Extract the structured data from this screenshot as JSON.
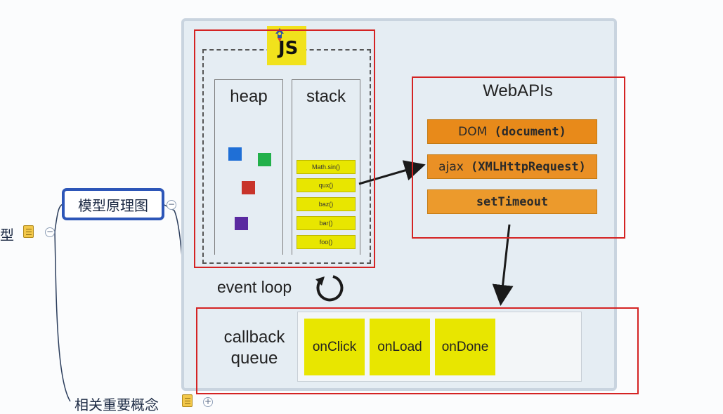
{
  "mindmap": {
    "parent_label": "型",
    "current_topic": "模型原理图",
    "next_topic": "相关重要概念",
    "toggle_collapse": "−",
    "toggle_expand": "+"
  },
  "diagram": {
    "js_label": "JS",
    "heap_label": "heap",
    "stack_label": "stack",
    "stack_frames": [
      "Math.sin()",
      "qux()",
      "baz()",
      "bar()",
      "foo()"
    ],
    "webapis_label": "WebAPIs",
    "api_dom_name": "DOM",
    "api_dom_arg": "(document)",
    "api_ajax_name": "ajax",
    "api_ajax_arg": "(XMLHttpRequest)",
    "api_settimeout": "setTimeout",
    "event_loop_label": "event loop",
    "callback_label_line1": "callback",
    "callback_label_line2": "queue",
    "callbacks": [
      "onClick",
      "onLoad",
      "onDone"
    ]
  },
  "colors": {
    "highlight_red": "#d42323",
    "topic_border_blue": "#2d56b8",
    "api_orange": "#e88a1a",
    "callback_yellow": "#e8e600",
    "heap_blue": "#1f6fd6",
    "heap_green": "#22b04a",
    "heap_red": "#c8342a",
    "heap_purple": "#5a2aa0"
  }
}
